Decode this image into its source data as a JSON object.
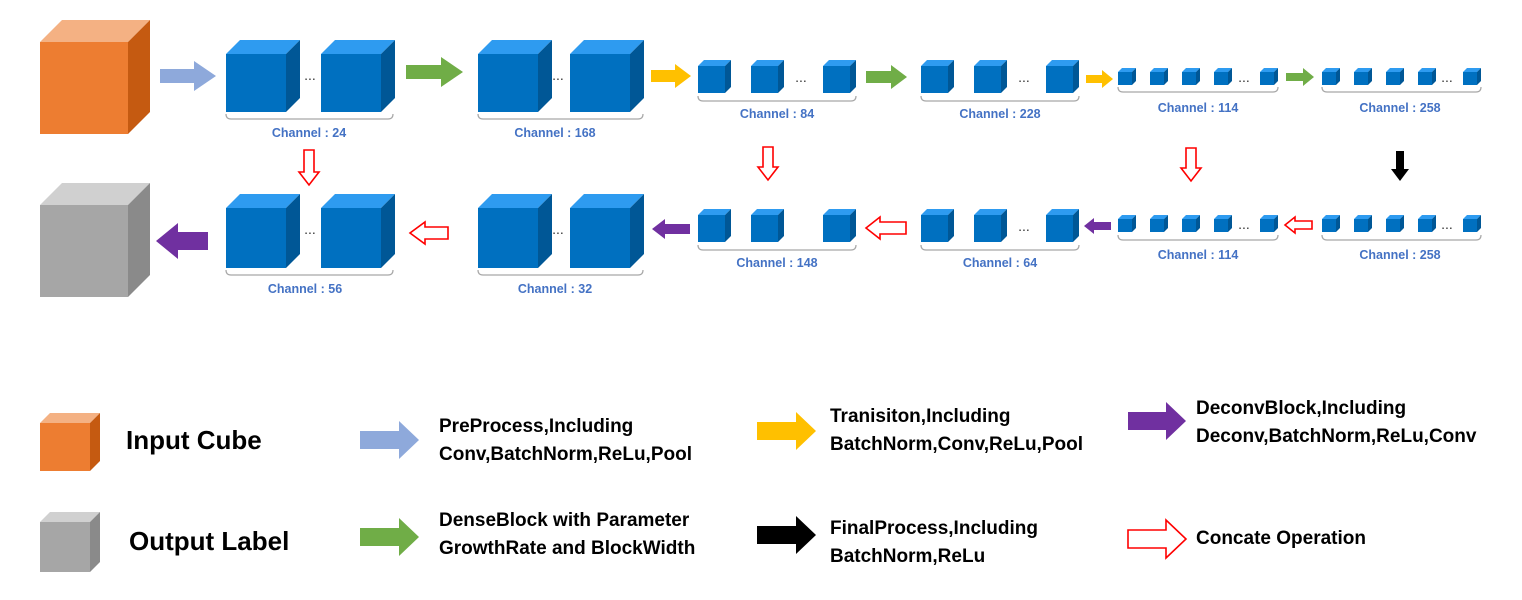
{
  "colors": {
    "blue_front": "#0070C0",
    "blue_top": "#2E9BF0",
    "blue_side": "#005796",
    "orange_front": "#ED7D31",
    "orange_top": "#F4B183",
    "orange_side": "#C55A11",
    "gray_front": "#A6A6A6",
    "gray_top": "#D0D0D0",
    "gray_side": "#8A8A8A",
    "preprocess_arrow": "#8EA9DB",
    "denseblock_arrow": "#70AD47",
    "transition_arrow": "#FFC000",
    "deconv_arrow": "#7030A0",
    "final_arrow": "#000000",
    "concat_arrow": "#FF0000",
    "channel_label": "#4472C4"
  },
  "blocks": {
    "top": [
      {
        "channel": "Channel : 24"
      },
      {
        "channel": "Channel : 168"
      },
      {
        "channel": "Channel : 84"
      },
      {
        "channel": "Channel : 228"
      },
      {
        "channel": "Channel : 114"
      },
      {
        "channel": "Channel : 258"
      }
    ],
    "bottom": [
      {
        "channel": "Channel : 56"
      },
      {
        "channel": "Channel : 32"
      },
      {
        "channel": "Channel : 148"
      },
      {
        "channel": "Channel : 64"
      },
      {
        "channel": "Channel : 114"
      },
      {
        "channel": "Channel : 258"
      }
    ]
  },
  "ellipsis": "...",
  "legend": {
    "input_cube": "Input Cube",
    "output_label": "Output Label",
    "preprocess": {
      "line1": "PreProcess,Including",
      "line2": "Conv,BatchNorm,ReLu,Pool"
    },
    "denseblock": {
      "line1": "DenseBlock with Parameter",
      "line2": "GrowthRate and BlockWidth"
    },
    "transition": {
      "line1": "Tranisiton,Including",
      "line2": "BatchNorm,Conv,ReLu,Pool"
    },
    "finalprocess": {
      "line1": "FinalProcess,Including",
      "line2": "BatchNorm,ReLu"
    },
    "deconvblock": {
      "line1": "DeconvBlock,Including",
      "line2": "Deconv,BatchNorm,ReLu,Conv"
    },
    "concat": {
      "line1": "Concate Operation"
    }
  }
}
